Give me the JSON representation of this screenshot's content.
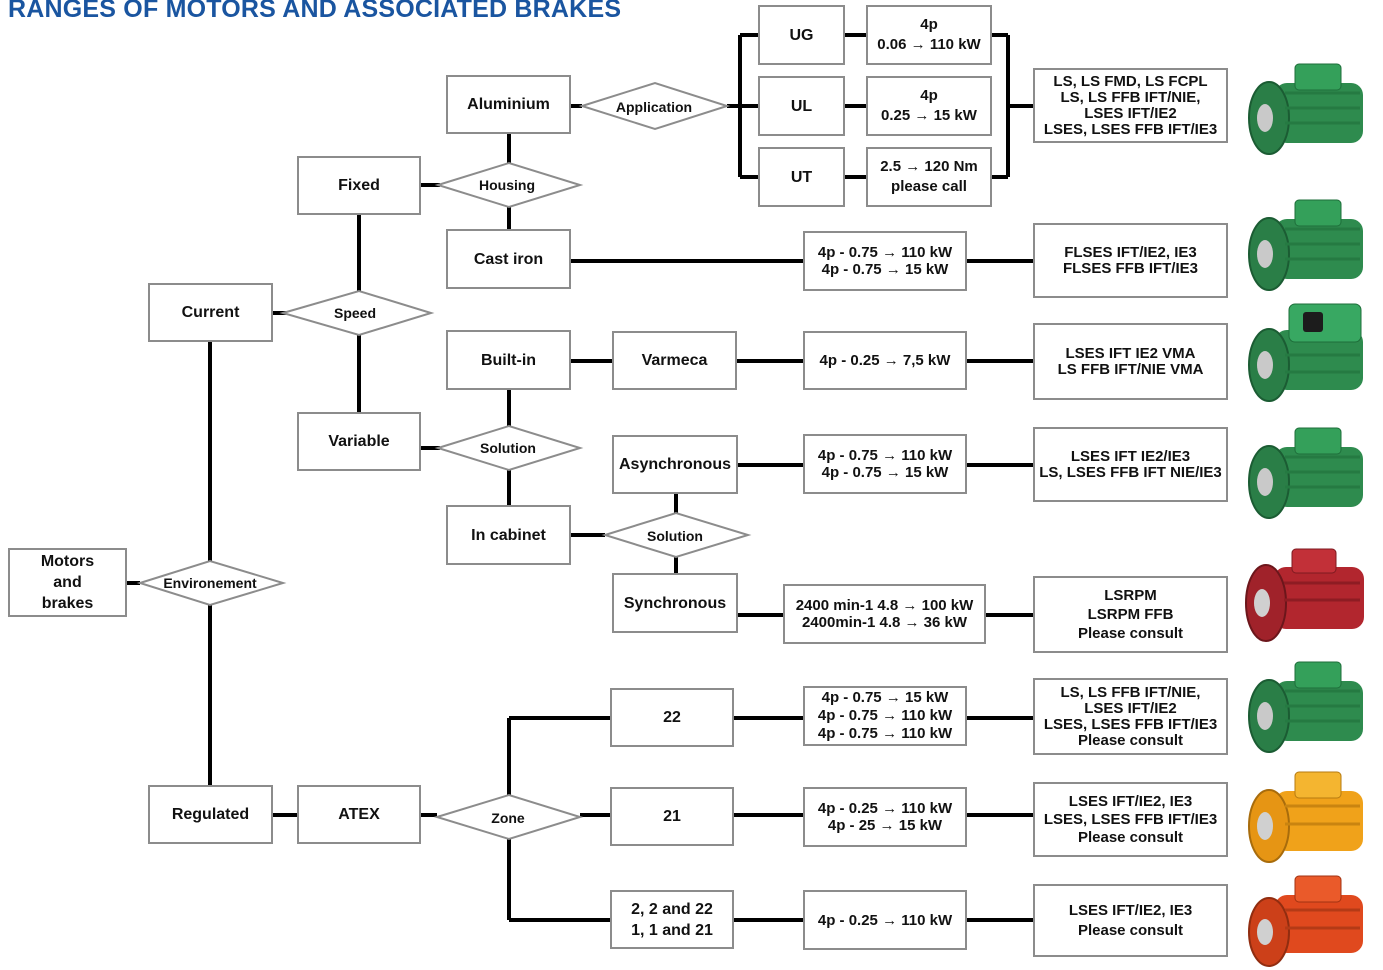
{
  "title": "RANGES OF MOTORS AND ASSOCIATED BRAKES",
  "nodes": {
    "motors": "Motors\nand\nbrakes",
    "environement": "Environement",
    "current": "Current",
    "regulated": "Regulated",
    "speed": "Speed",
    "fixed": "Fixed",
    "variable": "Variable",
    "housing": "Housing",
    "aluminium": "Aluminium",
    "cast_iron": "Cast iron",
    "application": "Application",
    "ug": "UG",
    "ul": "UL",
    "ut": "UT",
    "ug_spec": "4p\n0.06 → 110 kW",
    "ul_spec": "4p\n0.25 → 15 kW",
    "ut_spec": "2.5 → 120 Nm\nplease call",
    "alu_products": "LS, LS FMD, LS FCPL\nLS, LS FFB IFT/NIE,\nLSES IFT/IE2\nLSES, LSES FFB IFT/IE3",
    "cast_spec": "4p - 0.75 → 110 kW\n4p - 0.75 → 15 kW",
    "cast_products": "FLSES IFT/IE2, IE3\nFLSES FFB IFT/IE3",
    "solution1": "Solution",
    "built_in": "Built-in",
    "in_cabinet": "In cabinet",
    "varmeca": "Varmeca",
    "varmeca_spec": "4p - 0.25 → 7,5 kW",
    "varmeca_products": "LSES IFT IE2 VMA\nLS FFB IFT/NIE VMA",
    "solution2": "Solution",
    "asynchronous": "Asynchronous",
    "async_spec": "4p - 0.75 → 110 kW\n4p - 0.75 → 15 kW",
    "async_products": "LSES IFT IE2/IE3\nLS, LSES FFB IFT NIE/IE3",
    "synchronous": "Synchronous",
    "sync_spec": "2400 min-1 4.8 → 100 kW\n2400min-1 4.8 → 36 kW",
    "sync_products": "LSRPM\nLSRPM FFB\nPlease consult",
    "atex": "ATEX",
    "zone": "Zone",
    "z22": "22",
    "z22_spec": "4p - 0.75 → 15 kW\n4p - 0.75 → 110 kW\n4p - 0.75 → 110 kW",
    "z22_products": "LS, LS FFB IFT/NIE,\nLSES IFT/IE2\nLSES, LSES FFB IFT/IE3\nPlease consult",
    "z21": "21",
    "z21_spec": "4p - 0.25 → 110 kW\n4p - 25 → 15 kW",
    "z21_products": "LSES IFT/IE2, IE3\nLSES, LSES FFB IFT/IE3\nPlease consult",
    "z2": "2, 2 and 22\n1, 1 and 21",
    "z2_spec": "4p - 0.25 → 110 kW",
    "z2_products": "LSES IFT/IE2, IE3\nPlease consult"
  },
  "colors": {
    "title": "#1a55a0",
    "box_border": "#8c8c8c",
    "line": "#000000",
    "motor_green": "#2e8b4e",
    "motor_red": "#b2262e",
    "motor_yellow": "#f0a21a",
    "motor_orange": "#e0491e"
  },
  "images": [
    "green-motor-icon",
    "green-motor-icon",
    "green-motor-vma-icon",
    "green-motor-icon",
    "red-motor-icon",
    "green-motor-icon",
    "yellow-motor-icon",
    "orange-motor-icon"
  ]
}
